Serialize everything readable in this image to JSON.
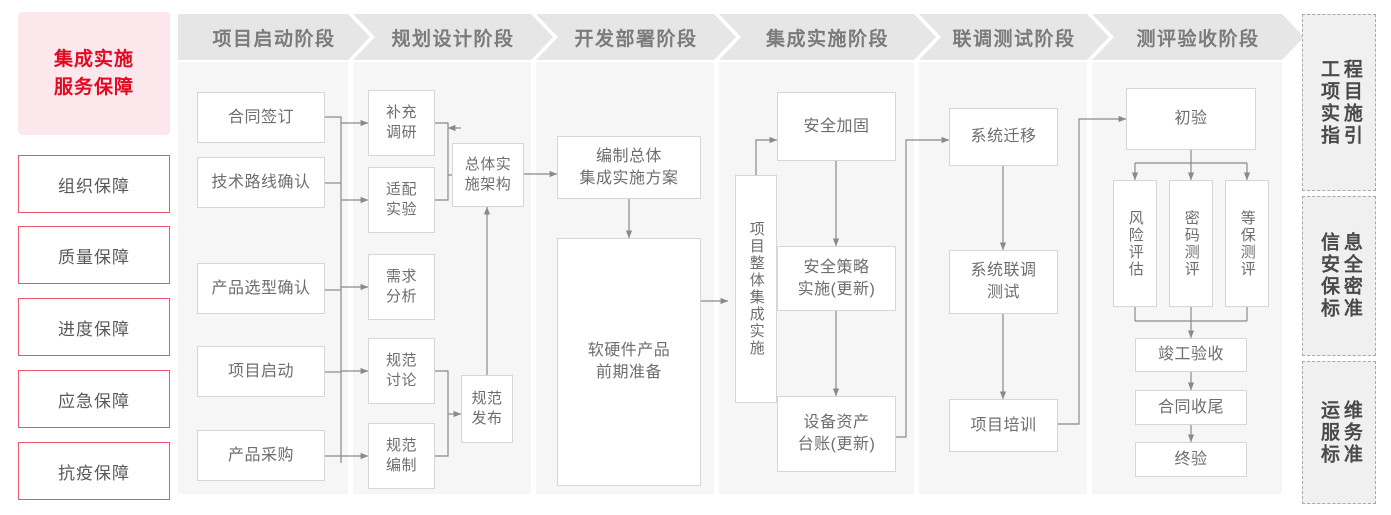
{
  "sidebar": {
    "title_line1": "集成实施",
    "title_line2": "服务保障",
    "cards": [
      {
        "label": "组织保障"
      },
      {
        "label": "质量保障"
      },
      {
        "label": "进度保障"
      },
      {
        "label": "应急保障"
      },
      {
        "label": "抗疫保障"
      }
    ]
  },
  "phases": [
    {
      "header": "项目启动阶段",
      "nodes": [
        {
          "label": "合同签订"
        },
        {
          "label": "技术路线确认"
        },
        {
          "label": "产品选型确认"
        },
        {
          "label": "项目启动"
        },
        {
          "label": "产品采购"
        }
      ]
    },
    {
      "header": "规划设计阶段",
      "nodes": [
        {
          "label": "补充\n调研"
        },
        {
          "label": "适配\n实验"
        },
        {
          "label": "需求\n分析"
        },
        {
          "label": "规范\n讨论"
        },
        {
          "label": "规范\n编制"
        },
        {
          "label": "总体实\n施架构"
        },
        {
          "label": "规范\n发布"
        }
      ]
    },
    {
      "header": "开发部署阶段",
      "nodes": [
        {
          "label": "编制总体\n集成实施方案"
        },
        {
          "label": "软硬件产品\n前期准备"
        }
      ]
    },
    {
      "header": "集成实施阶段",
      "nodes": [
        {
          "label": "项目整体集成实施"
        },
        {
          "label": "安全加固"
        },
        {
          "label": "安全策略\n实施(更新)"
        },
        {
          "label": "设备资产\n台账(更新)"
        }
      ]
    },
    {
      "header": "联调测试阶段",
      "nodes": [
        {
          "label": "系统迁移"
        },
        {
          "label": "系统联调\n测试"
        },
        {
          "label": "项目培训"
        }
      ]
    },
    {
      "header": "测评验收阶段",
      "nodes": [
        {
          "label": "初验"
        },
        {
          "label": "风险评估"
        },
        {
          "label": "密码测评"
        },
        {
          "label": "等保测评"
        },
        {
          "label": "竣工验收"
        },
        {
          "label": "合同收尾"
        },
        {
          "label": "终验"
        }
      ]
    }
  ],
  "standards": [
    {
      "col_right": "程目施引",
      "col_left": "工项实指",
      "full": "工程项目实施指引"
    },
    {
      "col_right": "息全密准",
      "col_left": "信安保标",
      "full": "信息安全保密标准"
    },
    {
      "col_right": "维务准",
      "col_left": "运服标",
      "full": "运维服务标准"
    }
  ],
  "colors": {
    "brand_red": "#e00a22",
    "brand_pink_bg": "#fce8ec",
    "brand_border": "#e8566e",
    "column_bg": "#f6f6f6",
    "header_bg": "#e6e6e6",
    "header_text": "#7b7b7b",
    "node_border": "#d6d6d6",
    "node_text": "#6e6e6e",
    "wire": "#8a8a8a",
    "panel_bg": "#f0f0f0",
    "panel_border": "#a9a9a9"
  }
}
